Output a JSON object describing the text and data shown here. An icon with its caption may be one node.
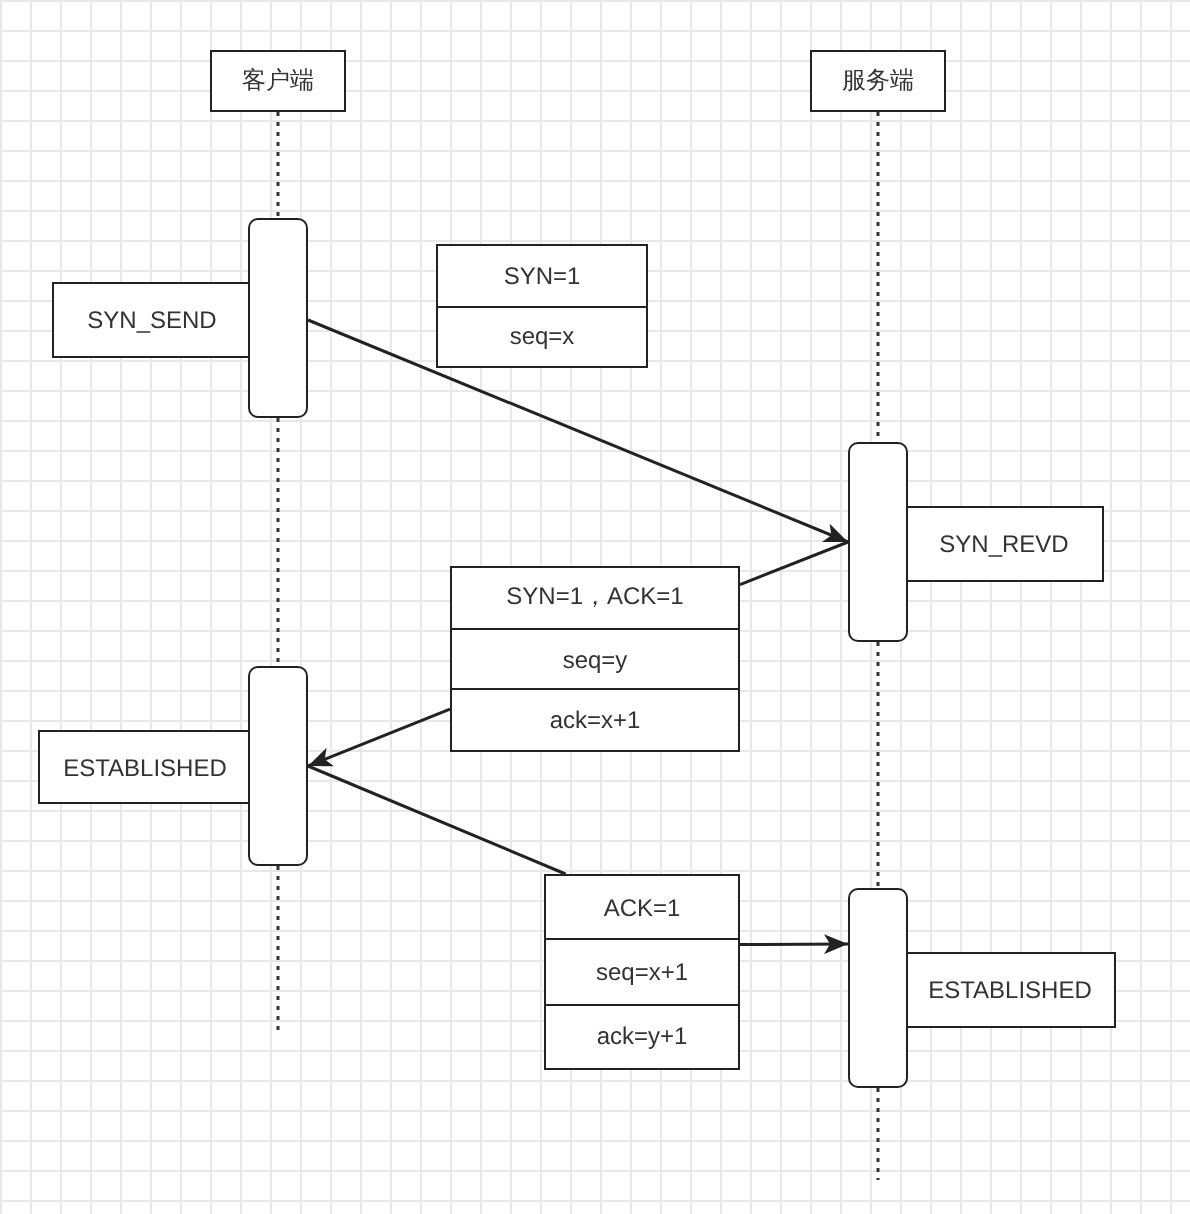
{
  "diagram": {
    "nodes": [
      {
        "text": [
          "客户端"
        ]
      },
      {
        "text": [
          "服务端"
        ]
      },
      {
        "text": [],
        "shape": "bar"
      },
      {
        "text": [
          "SYN_SEND"
        ]
      },
      {
        "text": [
          "SYN=1",
          "seq=x"
        ]
      },
      {
        "text": [],
        "shape": "bar"
      },
      {
        "text": [
          "SYN_REVD"
        ]
      },
      {
        "text": [
          "SYN=1，ACK=1",
          "seq=y",
          "ack=x+1"
        ]
      },
      {
        "text": [],
        "shape": "bar"
      },
      {
        "text": [
          "ESTABLISHED"
        ]
      },
      {
        "text": [
          "ACK=1",
          "seq=x+1",
          "ack=y+1"
        ]
      },
      {
        "text": [],
        "shape": "bar"
      },
      {
        "text": [
          "ESTABLISHED"
        ]
      }
    ],
    "edges": [
      {
        "from": 0,
        "to": 2,
        "arrow": "none",
        "style": "dashed"
      },
      {
        "from": 2,
        "to": 8,
        "arrow": "none",
        "style": "dashed"
      },
      {
        "from": 8,
        "to": null,
        "arrow": "none",
        "style": "dashed"
      },
      {
        "from": 1,
        "to": 5,
        "arrow": "none",
        "style": "dashed"
      },
      {
        "from": 5,
        "to": 11,
        "arrow": "none",
        "style": "dashed"
      },
      {
        "from": 11,
        "to": null,
        "arrow": "none",
        "style": "dashed"
      },
      {
        "from": 2,
        "to": 5,
        "arrow": "to"
      },
      {
        "from": 5,
        "to": 7,
        "arrow": "none"
      },
      {
        "from": 7,
        "to": 8,
        "arrow": "to"
      },
      {
        "from": 8,
        "to": 10,
        "arrow": "none"
      },
      {
        "from": 10,
        "to": 11,
        "arrow": "to"
      }
    ]
  }
}
